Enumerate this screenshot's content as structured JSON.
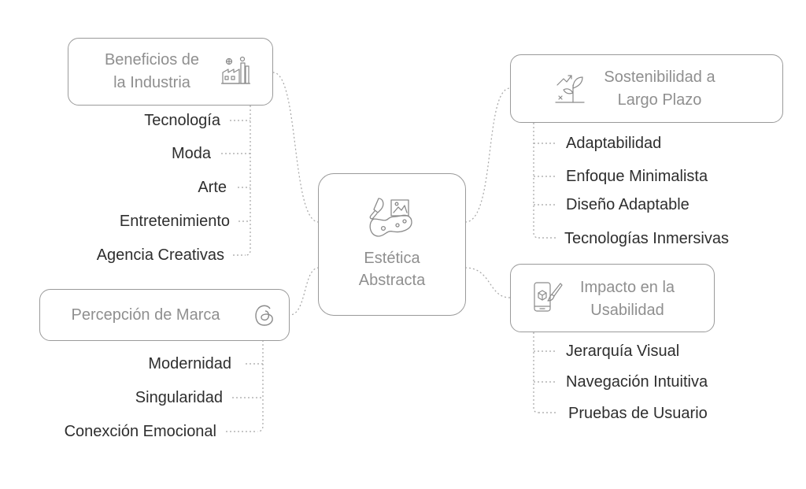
{
  "center": {
    "label_line1": "Estética",
    "label_line2": "Abstracta",
    "icon": "paintbrush-palette-icon"
  },
  "branches": {
    "beneficios": {
      "title_line1": "Beneficios de",
      "title_line2": "la Industria",
      "icon": "factory-icon",
      "items": [
        "Tecnología",
        "Moda",
        "Arte",
        "Entretenimiento",
        "Agencia Creativas"
      ]
    },
    "percepcion": {
      "title": "Percepción de Marca",
      "icon": "threads-logo-icon",
      "items": [
        "Modernidad",
        "Singularidad",
        "Conexción Emocional"
      ]
    },
    "sostenibilidad": {
      "title_line1": "Sostenibilidad a",
      "title_line2": "Largo Plazo",
      "icon": "plant-growth-icon",
      "items": [
        "Adaptabilidad",
        "Enfoque Minimalista",
        "Diseño Adaptable",
        "Tecnologías Inmersivas"
      ]
    },
    "impacto": {
      "title_line1": "Impacto en la",
      "title_line2": "Usabilidad",
      "icon": "mobile-design-icon",
      "items": [
        "Jerarquía Visual",
        "Navegación Intuitiva",
        "Pruebas de Usuario"
      ]
    }
  }
}
